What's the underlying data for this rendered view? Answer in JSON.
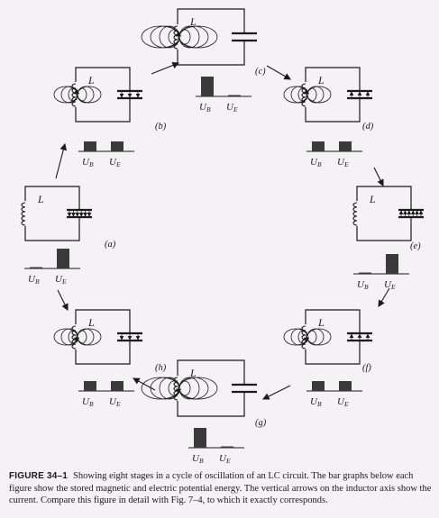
{
  "inductor_label": "L",
  "energy_labels": {
    "magnetic": "U",
    "magnetic_sub": "B",
    "electric": "U",
    "electric_sub": "E"
  },
  "stages": [
    {
      "id": "a",
      "label": "(a)",
      "magnetic_energy": 0.0,
      "electric_energy": 1.0,
      "capacitor_field": "down",
      "inductor_field": "none",
      "current": "none"
    },
    {
      "id": "b",
      "label": "(b)",
      "magnetic_energy": 0.5,
      "electric_energy": 0.5,
      "capacitor_field": "down",
      "inductor_field": "partial",
      "current": "up"
    },
    {
      "id": "c",
      "label": "(c)",
      "magnetic_energy": 1.0,
      "electric_energy": 0.0,
      "capacitor_field": "none",
      "inductor_field": "full",
      "current": "up"
    },
    {
      "id": "d",
      "label": "(d)",
      "magnetic_energy": 0.5,
      "electric_energy": 0.5,
      "capacitor_field": "up",
      "inductor_field": "partial",
      "current": "up"
    },
    {
      "id": "e",
      "label": "(e)",
      "magnetic_energy": 0.0,
      "electric_energy": 1.0,
      "capacitor_field": "up",
      "inductor_field": "none",
      "current": "none"
    },
    {
      "id": "f",
      "label": "(f)",
      "magnetic_energy": 0.5,
      "electric_energy": 0.5,
      "capacitor_field": "up",
      "inductor_field": "partial",
      "current": "down"
    },
    {
      "id": "g",
      "label": "(g)",
      "magnetic_energy": 1.0,
      "electric_energy": 0.0,
      "capacitor_field": "none",
      "inductor_field": "full",
      "current": "down"
    },
    {
      "id": "h",
      "label": "(h)",
      "magnetic_energy": 0.5,
      "electric_energy": 0.5,
      "capacitor_field": "down",
      "inductor_field": "partial",
      "current": "down"
    }
  ],
  "caption": {
    "figure_number": "FIGURE 34–1",
    "text": "Showing eight stages in a cycle of oscillation of an LC circuit. The bar graphs below each figure show the stored magnetic and electric potential energy. The vertical arrows on the inductor axis show the current. Compare this figure in detail with Fig. 7–4, to which it exactly corresponds."
  },
  "colors": {
    "ink": "#1a1a1a",
    "paper": "#f4f2f4",
    "bar": "#3a3a3a"
  }
}
